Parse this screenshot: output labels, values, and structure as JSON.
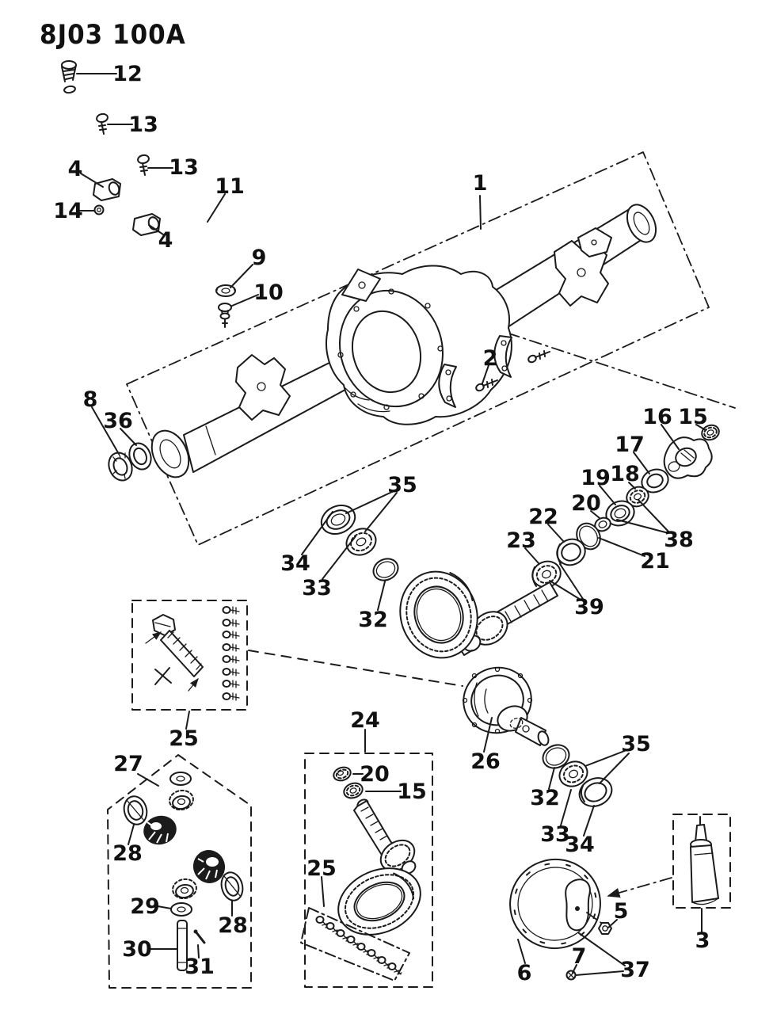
{
  "title": "8J03 100A",
  "colors": {
    "ink": "#1b1b1b",
    "paper": "#ffffff"
  },
  "callouts": {
    "n1": {
      "label": "1"
    },
    "n2": {
      "label": "2"
    },
    "n3": {
      "label": "3"
    },
    "n4a": {
      "label": "4"
    },
    "n4b": {
      "label": "4"
    },
    "n5": {
      "label": "5"
    },
    "n6": {
      "label": "6"
    },
    "n7": {
      "label": "7"
    },
    "n8": {
      "label": "8"
    },
    "n9": {
      "label": "9"
    },
    "n10": {
      "label": "10"
    },
    "n11": {
      "label": "11"
    },
    "n12": {
      "label": "12"
    },
    "n13a": {
      "label": "13"
    },
    "n13b": {
      "label": "13"
    },
    "n14": {
      "label": "14"
    },
    "n15a": {
      "label": "15"
    },
    "n15b": {
      "label": "15"
    },
    "n16": {
      "label": "16"
    },
    "n17": {
      "label": "17"
    },
    "n18": {
      "label": "18"
    },
    "n19": {
      "label": "19"
    },
    "n20a": {
      "label": "20"
    },
    "n20b": {
      "label": "20"
    },
    "n21": {
      "label": "21"
    },
    "n22": {
      "label": "22"
    },
    "n23": {
      "label": "23"
    },
    "n24": {
      "label": "24"
    },
    "n25a": {
      "label": "25"
    },
    "n25b": {
      "label": "25"
    },
    "n26": {
      "label": "26"
    },
    "n27": {
      "label": "27"
    },
    "n28a": {
      "label": "28"
    },
    "n28b": {
      "label": "28"
    },
    "n29": {
      "label": "29"
    },
    "n30": {
      "label": "30"
    },
    "n31": {
      "label": "31"
    },
    "n32a": {
      "label": "32"
    },
    "n32b": {
      "label": "32"
    },
    "n33a": {
      "label": "33"
    },
    "n33b": {
      "label": "33"
    },
    "n34a": {
      "label": "34"
    },
    "n34b": {
      "label": "34"
    },
    "n35a": {
      "label": "35"
    },
    "n35b": {
      "label": "35"
    },
    "n36": {
      "label": "36"
    },
    "n37": {
      "label": "37"
    },
    "n38": {
      "label": "38"
    },
    "n39": {
      "label": "39"
    }
  }
}
